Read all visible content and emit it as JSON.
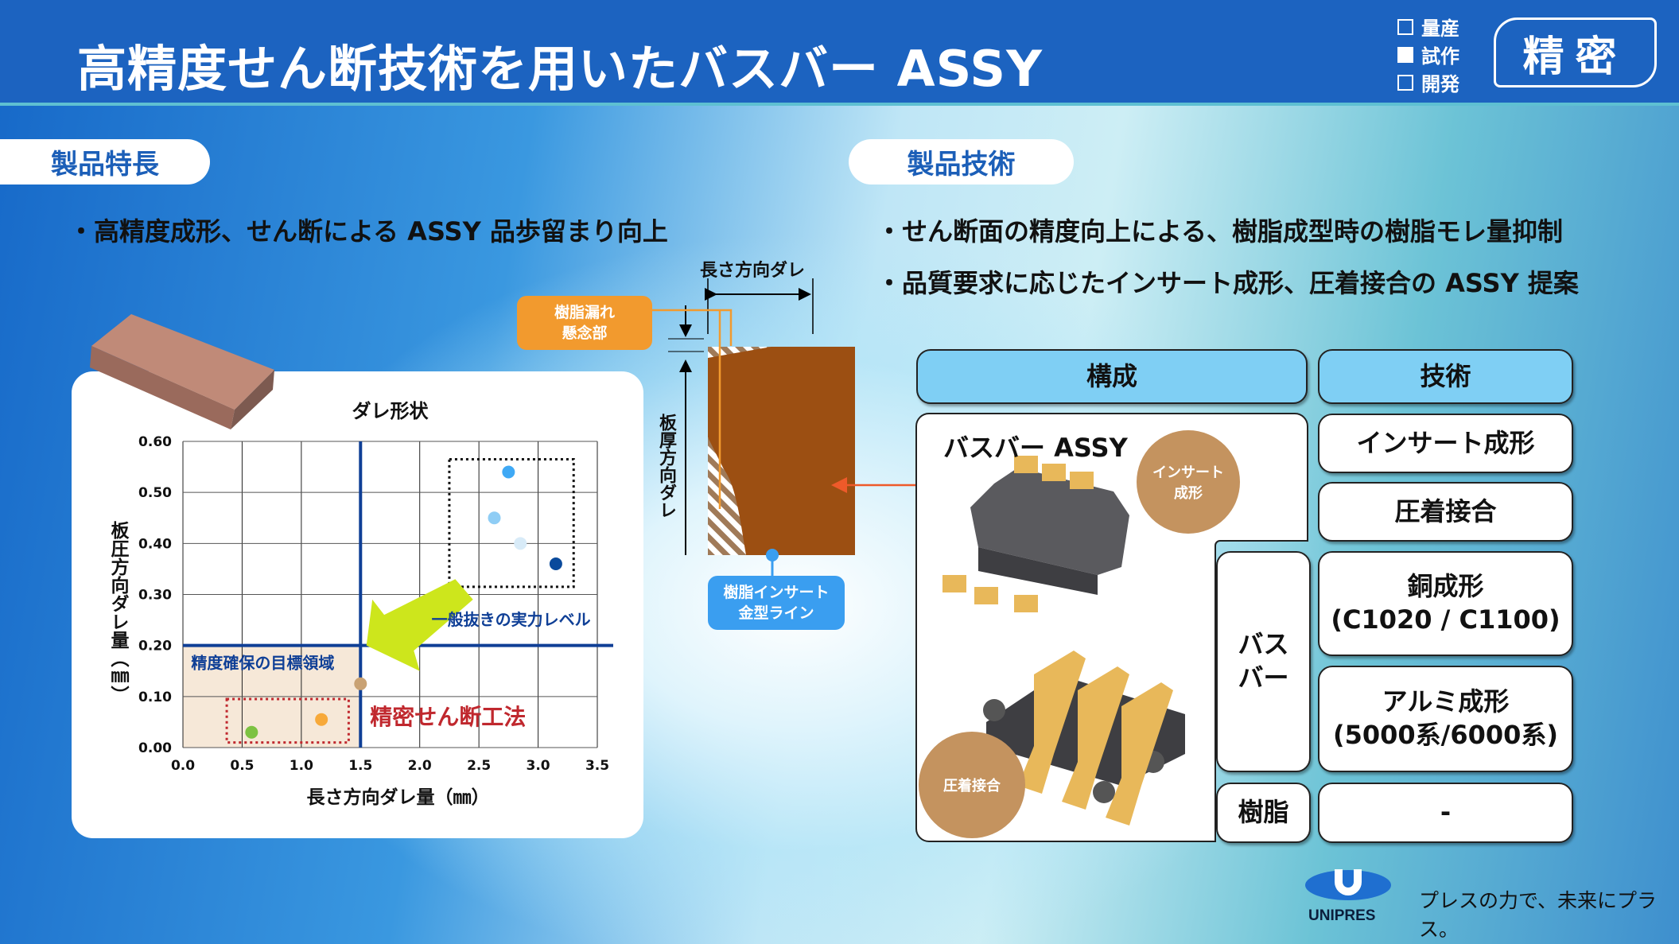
{
  "header": {
    "title": "高精度せん断技術を用いたバスバー ASSY",
    "stages": [
      {
        "label": "量産",
        "checked": false
      },
      {
        "label": "試作",
        "checked": true
      },
      {
        "label": "開発",
        "checked": false
      }
    ],
    "badge": "精密"
  },
  "left": {
    "section": "製品特長",
    "bullet": "・高精度成形、せん断による ASSY 品歩留まり向上"
  },
  "right": {
    "section": "製品技術",
    "bullets": [
      "・せん断面の精度向上による、樹脂成型時の樹脂モレ量抑制",
      "・品質要求に応じたインサート成形、圧着接合の ASSY 提案"
    ]
  },
  "chart_data": {
    "type": "scatter",
    "title": "ダレ形状",
    "xlabel": "長さ方向ダレ量（㎜）",
    "ylabel": "板圧方向ダレ量（㎜）",
    "xlim": [
      0,
      3.5
    ],
    "ylim": [
      0,
      0.6
    ],
    "xticks": [
      "0.0",
      "0.5",
      "1.0",
      "1.5",
      "2.0",
      "2.5",
      "3.0",
      "3.5"
    ],
    "yticks": [
      "0.00",
      "0.10",
      "0.20",
      "0.30",
      "0.40",
      "0.50",
      "0.60"
    ],
    "points": [
      {
        "x": 2.75,
        "y": 0.54,
        "color": "#3fa9f5"
      },
      {
        "x": 2.63,
        "y": 0.45,
        "color": "#8fcdf5"
      },
      {
        "x": 2.85,
        "y": 0.4,
        "color": "#d8ebf8"
      },
      {
        "x": 3.15,
        "y": 0.36,
        "color": "#0a4a9c"
      },
      {
        "x": 1.5,
        "y": 0.125,
        "color": "#c9a274"
      },
      {
        "x": 1.17,
        "y": 0.055,
        "color": "#f7a93a"
      },
      {
        "x": 0.58,
        "y": 0.03,
        "color": "#7dc242"
      }
    ],
    "threshold": {
      "x": 1.5,
      "y": 0.2
    },
    "annotations": {
      "general": "一般抜きの実力レベル",
      "target": "精度確保の目標領域",
      "method": "精密せん断工法"
    }
  },
  "diagram": {
    "length_label": "長さ方向ダレ",
    "thickness_label": "板厚方向ダレ",
    "leak_label": [
      "樹脂漏れ",
      "懸念部"
    ],
    "mold_label": [
      "樹脂インサート",
      "金型ライン"
    ]
  },
  "table": {
    "col_config": "構成",
    "col_tech": "技術",
    "assy_title": "バスバー ASSY",
    "bubble_insert": [
      "インサート",
      "成形"
    ],
    "bubble_crimp": "圧着接合",
    "busbar": [
      "バス",
      "バー"
    ],
    "resin": "樹脂",
    "tech": [
      "インサート成形",
      "圧着接合",
      [
        "銅成形",
        "(C1020 / C1100)"
      ],
      [
        "アルミ成形",
        "(5000系/6000系)"
      ],
      "-"
    ]
  },
  "footer": {
    "logo": "UNIPRES",
    "slogan": "プレスの力で、未来にプラス。"
  }
}
